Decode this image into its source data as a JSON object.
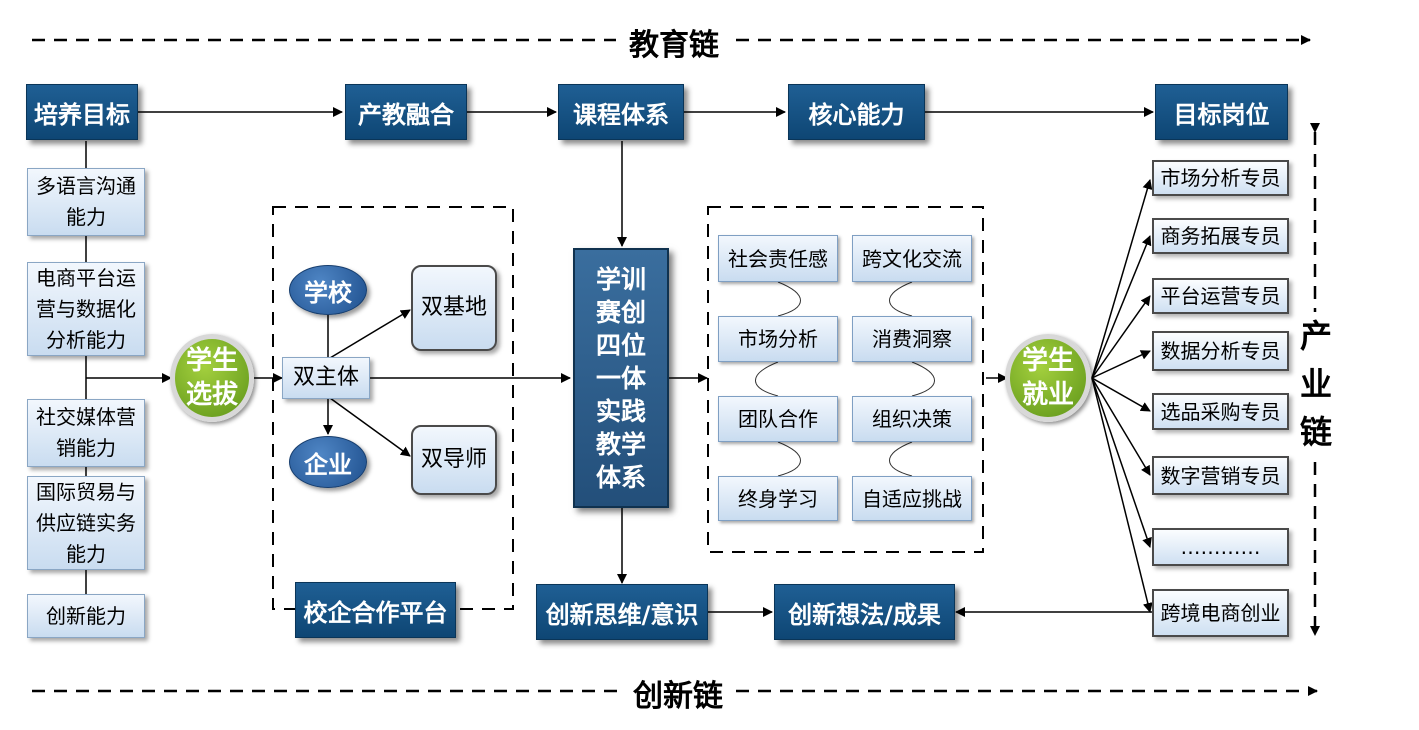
{
  "chains": {
    "education": "教育链",
    "innovation": "创新链",
    "industry": "产业链"
  },
  "top": {
    "goal": "培养目标",
    "integration": "产教融合",
    "curriculum": "课程体系",
    "core": "核心能力",
    "target_jobs": "目标岗位"
  },
  "abilities": [
    "多语言沟通能力",
    "电商平台运营与数据化分析能力",
    "社交媒体营销能力",
    "国际贸易与供应链实务能力",
    "创新能力"
  ],
  "selection": "学生选拔",
  "employment": "学生就业",
  "platform": {
    "school": "学校",
    "enterprise": "企业",
    "dual_subject": "双主体",
    "dual_base": "双基地",
    "dual_mentor": "双导师",
    "title": "校企合作平台"
  },
  "practice_system": "学训赛创四位一体实践教学体系",
  "competencies": {
    "left": [
      "社会责任感",
      "市场分析",
      "团队合作",
      "终身学习"
    ],
    "right": [
      "跨文化交流",
      "消费洞察",
      "组织决策",
      "自适应挑战"
    ]
  },
  "jobs": [
    "市场分析专员",
    "商务拓展专员",
    "平台运营专员",
    "数据分析专员",
    "选品采购专员",
    "数字营销专员",
    "…………",
    "跨境电商创业"
  ],
  "innovation": {
    "thinking": "创新思维/意识",
    "ideas": "创新想法/成果"
  }
}
